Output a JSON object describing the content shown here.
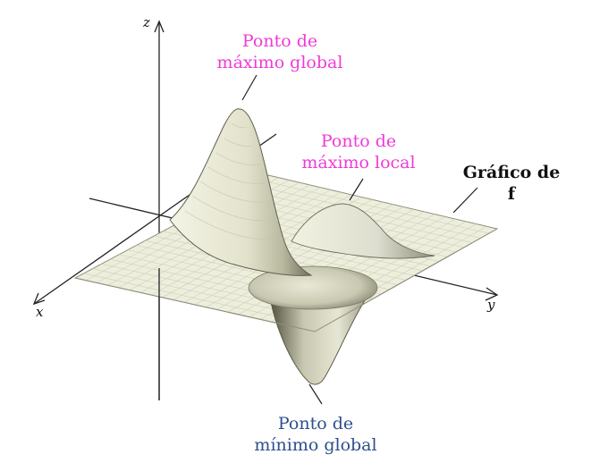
{
  "labels": {
    "global_max": "Ponto de\nmáximo global",
    "local_max": "Ponto de\nmáximo local",
    "global_min": "Ponto de\nmínimo global",
    "graph": "Gráfico de f"
  },
  "axes": {
    "x": "x",
    "y": "y",
    "z": "z"
  },
  "colors": {
    "global_max_label": "#f03ad8",
    "local_max_label": "#f03ad8",
    "global_min_label": "#2e4f8c",
    "graph_label": "#111111",
    "surface": "#eeeedd",
    "surface_shadow": "#8f8f78",
    "mesh": "#c8c8b4"
  }
}
